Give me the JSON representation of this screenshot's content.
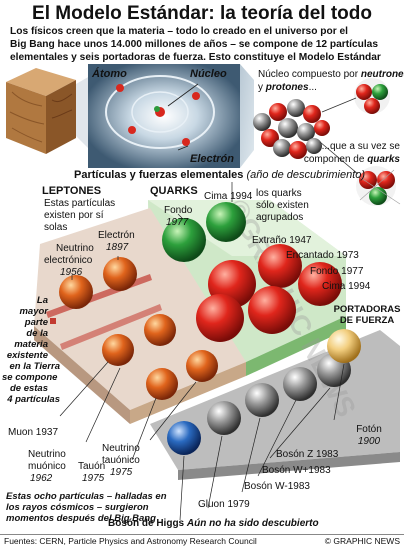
{
  "title": "El Modelo Estándar: la teoría del todo",
  "intro": [
    "Los físicos creen que la materia – todo lo creado en el universo por el",
    "Big Bang hace unos 14.000 millones de años – se compone de 12 partículas",
    "elementales y seis portadoras de fuerza. Esto constituye el Modelo Estándar"
  ],
  "atom": {
    "atomo": "Átomo",
    "nucleo": "Núcleo",
    "electron": "Electrón"
  },
  "nucleus_caption": {
    "l1a": "Núcleo compuesto por ",
    "neutrones": "neutrones",
    "l2a": "y ",
    "protones": "protones",
    "l2b": "...",
    "q1": "...que a su vez se",
    "q2a": "componen de ",
    "quarks": "quarks"
  },
  "particles_heading": "Partículas y fuerzas elementales",
  "particles_heading_note": "(año de descubrimiento)",
  "leptones": {
    "heading": "LEPTONES",
    "desc": [
      "Estas partículas",
      "existen por sí",
      "solas"
    ],
    "neutrino_e": [
      "Neutrino",
      "electrónico",
      "1956"
    ],
    "electron": [
      "Electrón",
      "1897"
    ],
    "muon": "Muon 1937",
    "neutrino_mu": [
      "Neutrino",
      "muónico",
      "1962"
    ],
    "tau": [
      "Tauón",
      "1975"
    ],
    "neutrino_tau": [
      "Neutrino",
      "tauónico",
      "1975"
    ]
  },
  "quarks": {
    "heading": "QUARKS",
    "desc": [
      "los quarks",
      "sólo existen",
      "agrupados"
    ],
    "fondo": [
      "Fondo",
      "1977"
    ],
    "cima": "Cima 1994",
    "extrano": "Extraño 1947",
    "encantado": "Encantado 1973",
    "fondo2": "Fondo 1977",
    "cima2": "Cima 1994"
  },
  "left_note": [
    "La",
    "mayor",
    "parte",
    "de la",
    "materia",
    "existente",
    "en la Tierra",
    "se compone",
    "de estas",
    "4 partículas"
  ],
  "bottom_note": [
    "Estas ocho partículas – halladas en",
    "los rayos cósmicos – surgieron",
    "momentos después del Big Bang"
  ],
  "portadoras": {
    "heading": [
      "PORTADORAS",
      "DE FUERZA"
    ]
  },
  "bosons": {
    "foton": [
      "Fotón",
      "1900"
    ],
    "z": "Bosón Z 1983",
    "wplus": "Bosón W+1983",
    "wminus": "Bosón W-1983",
    "gluon": "Gluon 1979",
    "higgs": "Bosón de Higgs",
    "higgs_note": "Aún no ha sido descubierto"
  },
  "sources": "Fuentes: CERN, Particle Physics and Astronomy Research Council",
  "credit": "© GRAPHIC NEWS",
  "watermark": "©GRAPHIC NEWS",
  "colors": {
    "red": "#d8281e",
    "green": "#2c9a3c",
    "grey": "#8a8a8a",
    "orange": "#e0641c",
    "blue": "#1f5fb5",
    "cream": "#f0c878",
    "leptons_panel": "#e8d8cc",
    "quarks_panel": "#cfe8c8",
    "gold": "#e7c05a"
  }
}
